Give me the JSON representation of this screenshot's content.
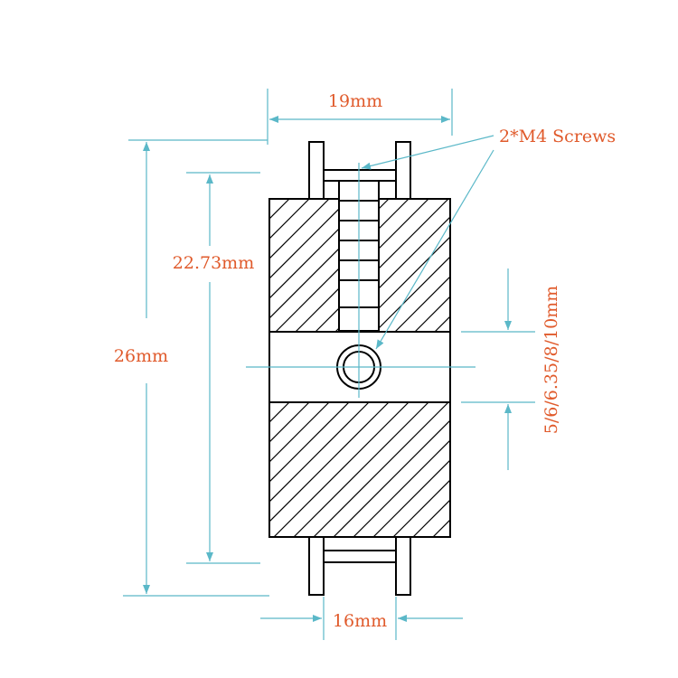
{
  "labels": {
    "width_top": "19mm",
    "screws": "2*M4 Screws",
    "inner_height": "22.73mm",
    "total_height": "26mm",
    "bore": "5/6/6.35/8/10mm",
    "width_bottom": "16mm"
  },
  "colors": {
    "outline": "#000000",
    "dimension": "#5bb8c8",
    "label": "#e05a2b",
    "background": "#ffffff"
  }
}
